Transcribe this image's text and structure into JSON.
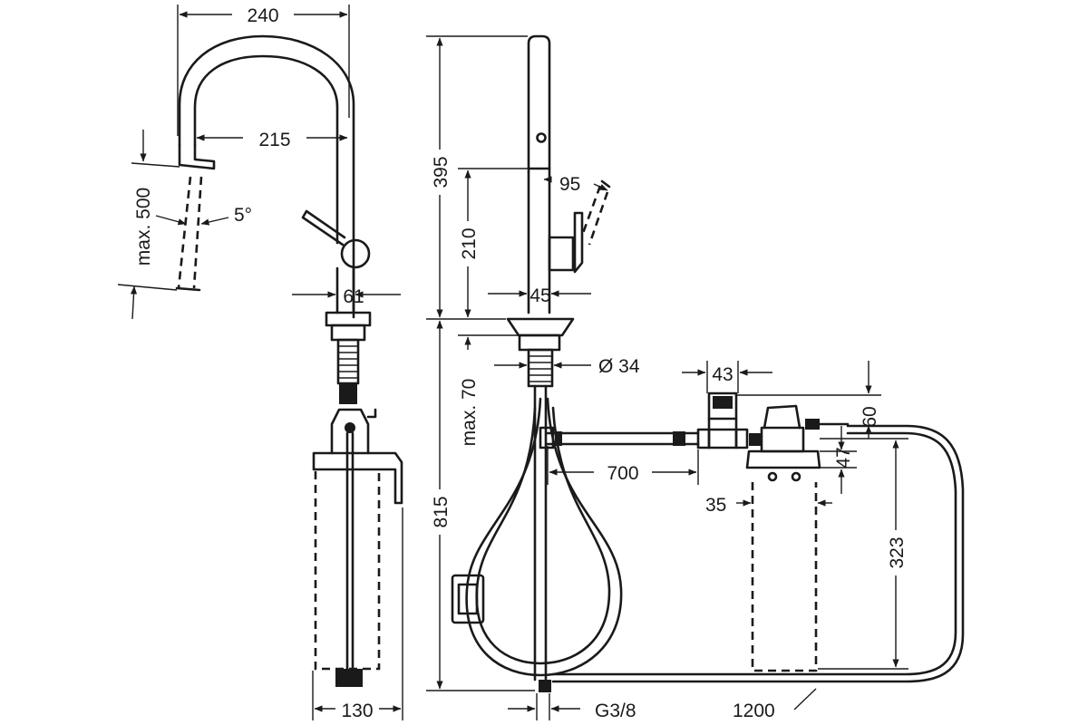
{
  "dimensions": {
    "d240": "240",
    "d215": "215",
    "max500": "max. 500",
    "angle5": "5°",
    "d61": "61",
    "d130": "130",
    "d395": "395",
    "d210": "210",
    "d95": "95",
    "d45": "45",
    "max70": "max. 70",
    "dia34": "Ø 34",
    "d815": "815",
    "g38": "G3/8",
    "d43": "43",
    "d60": "60",
    "d700": "700",
    "d47": "47",
    "d35": "35",
    "d323": "323",
    "d1200": "1200"
  }
}
